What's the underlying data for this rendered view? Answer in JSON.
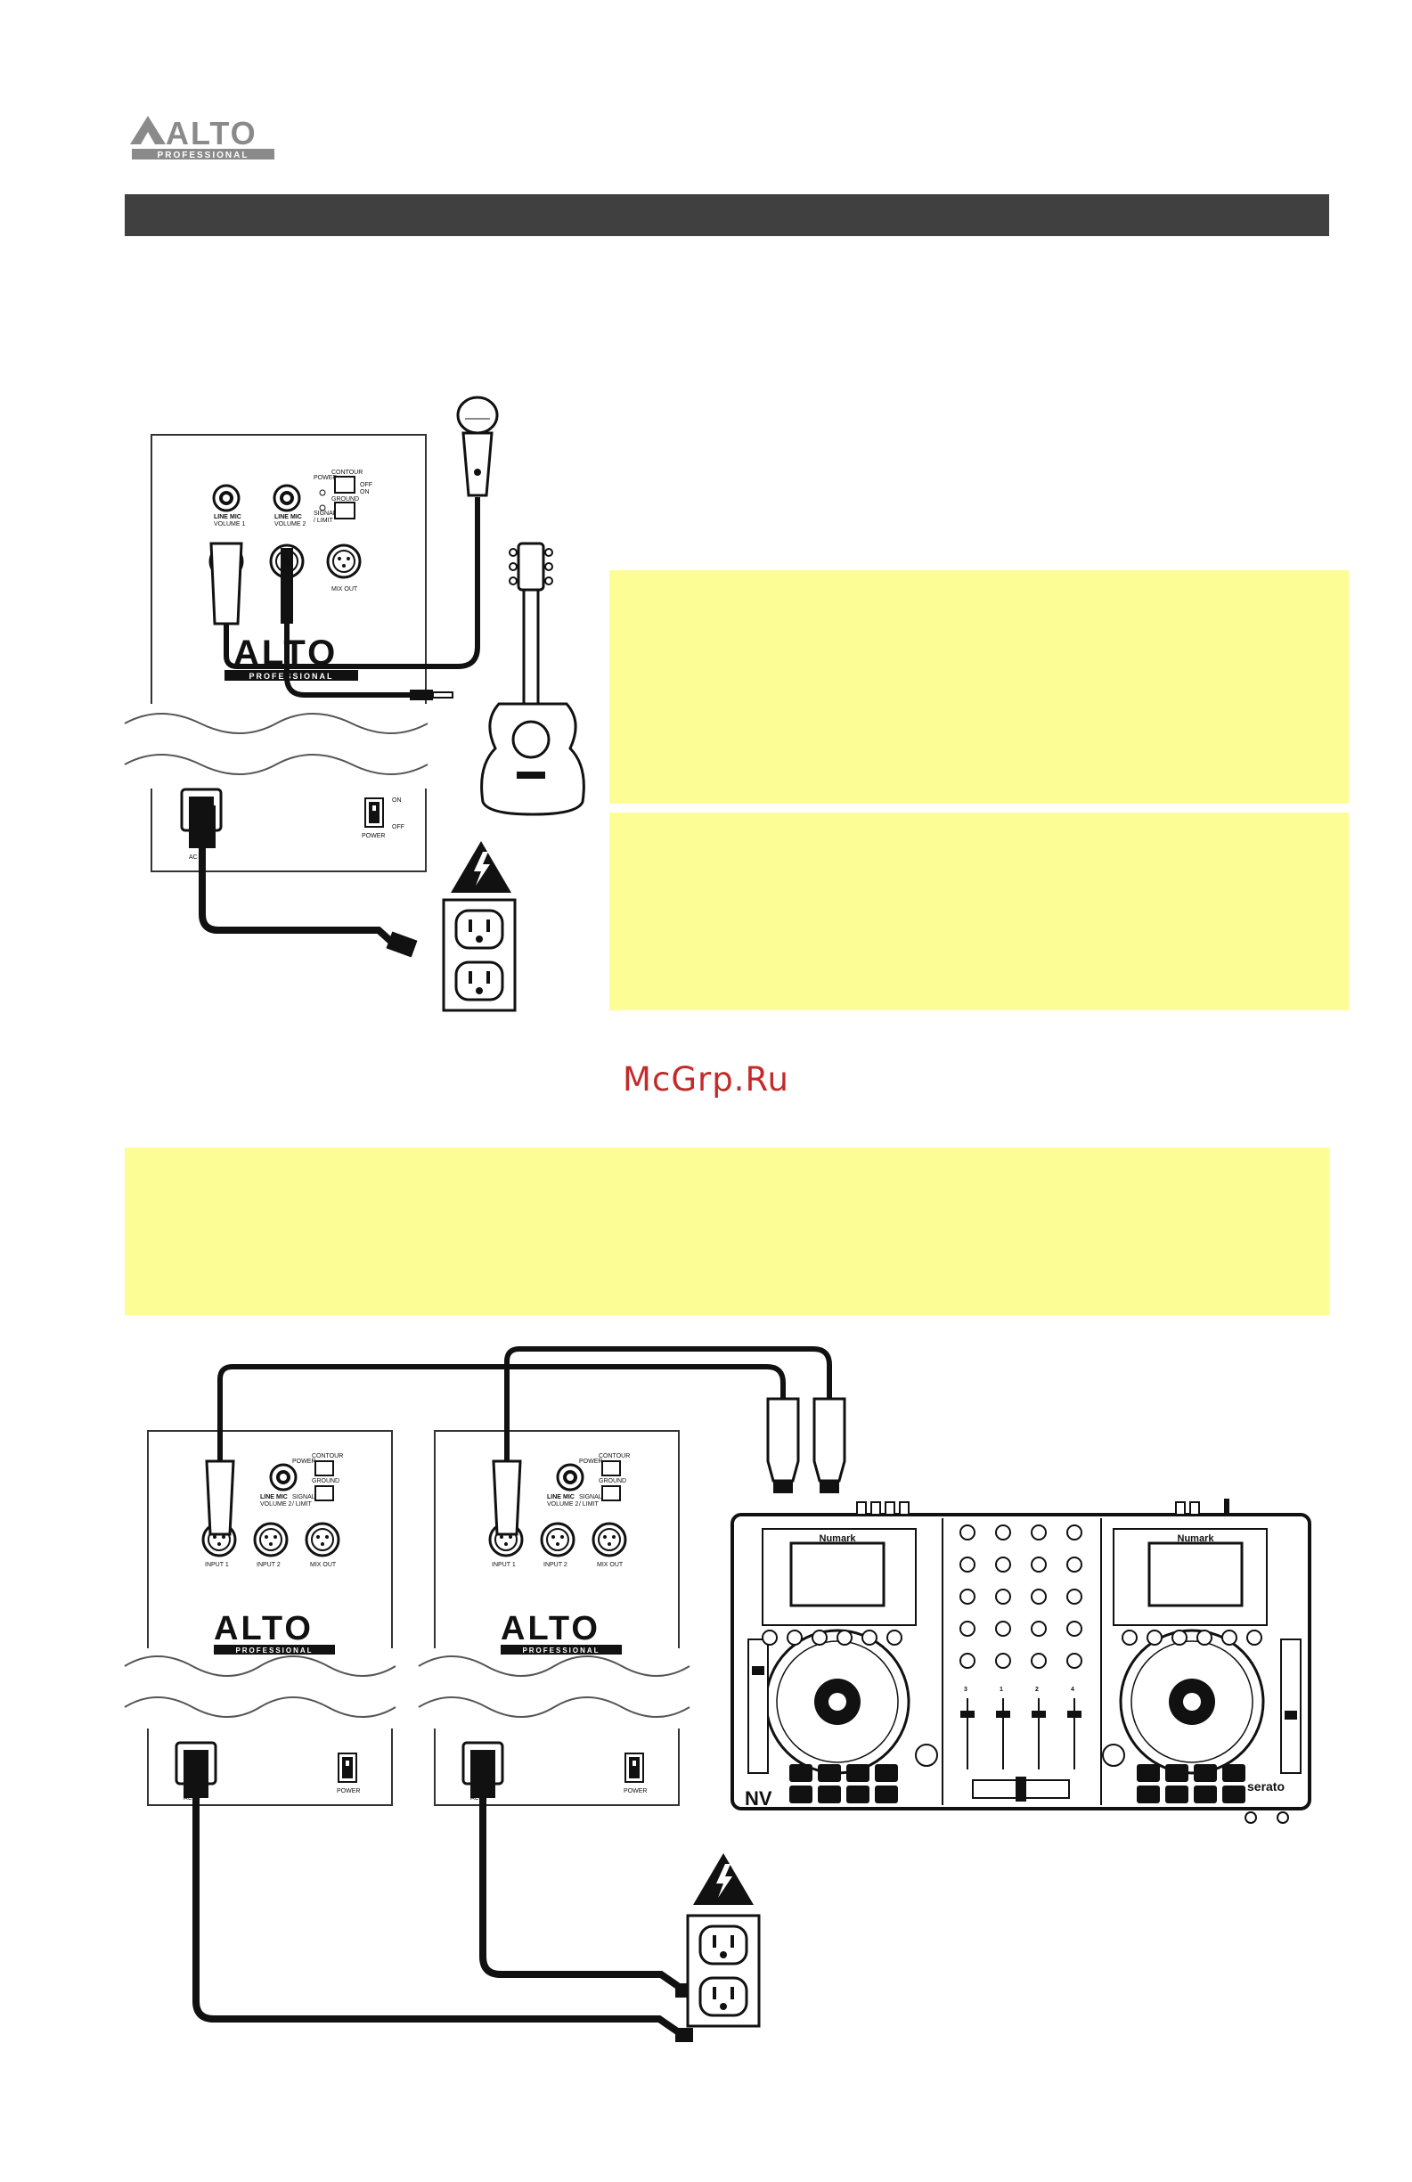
{
  "brand": {
    "logo_text": "ALTO",
    "logo_sub": "PROFESSIONAL"
  },
  "watermark": "McGrp.Ru",
  "speaker_panel": {
    "contour": "CONTOUR",
    "power": "POWER",
    "ground": "GROUND",
    "signal_limit_1": "SIGNAL",
    "signal_limit_2": "/ LIMIT",
    "line": "LINE",
    "mic": "MIC",
    "volume_1": "VOLUME 1",
    "volume_2": "VOLUME 2",
    "input_1": "INPUT 1",
    "input_2": "INPUT 2",
    "mix_out": "MIX OUT",
    "off": "OFF",
    "on": "ON",
    "ac_in": "AC IN",
    "power_switch": "POWER",
    "speaker_brand": "ALTO",
    "speaker_brand_sub": "PROFESSIONAL"
  },
  "controller": {
    "brand": "Numark",
    "model": "NV",
    "software": "serato",
    "channels": [
      "3",
      "1",
      "2",
      "4"
    ]
  },
  "colors": {
    "header_bar": "#404040",
    "note_bg": "#fdfd96",
    "watermark": "#c52a2a"
  }
}
